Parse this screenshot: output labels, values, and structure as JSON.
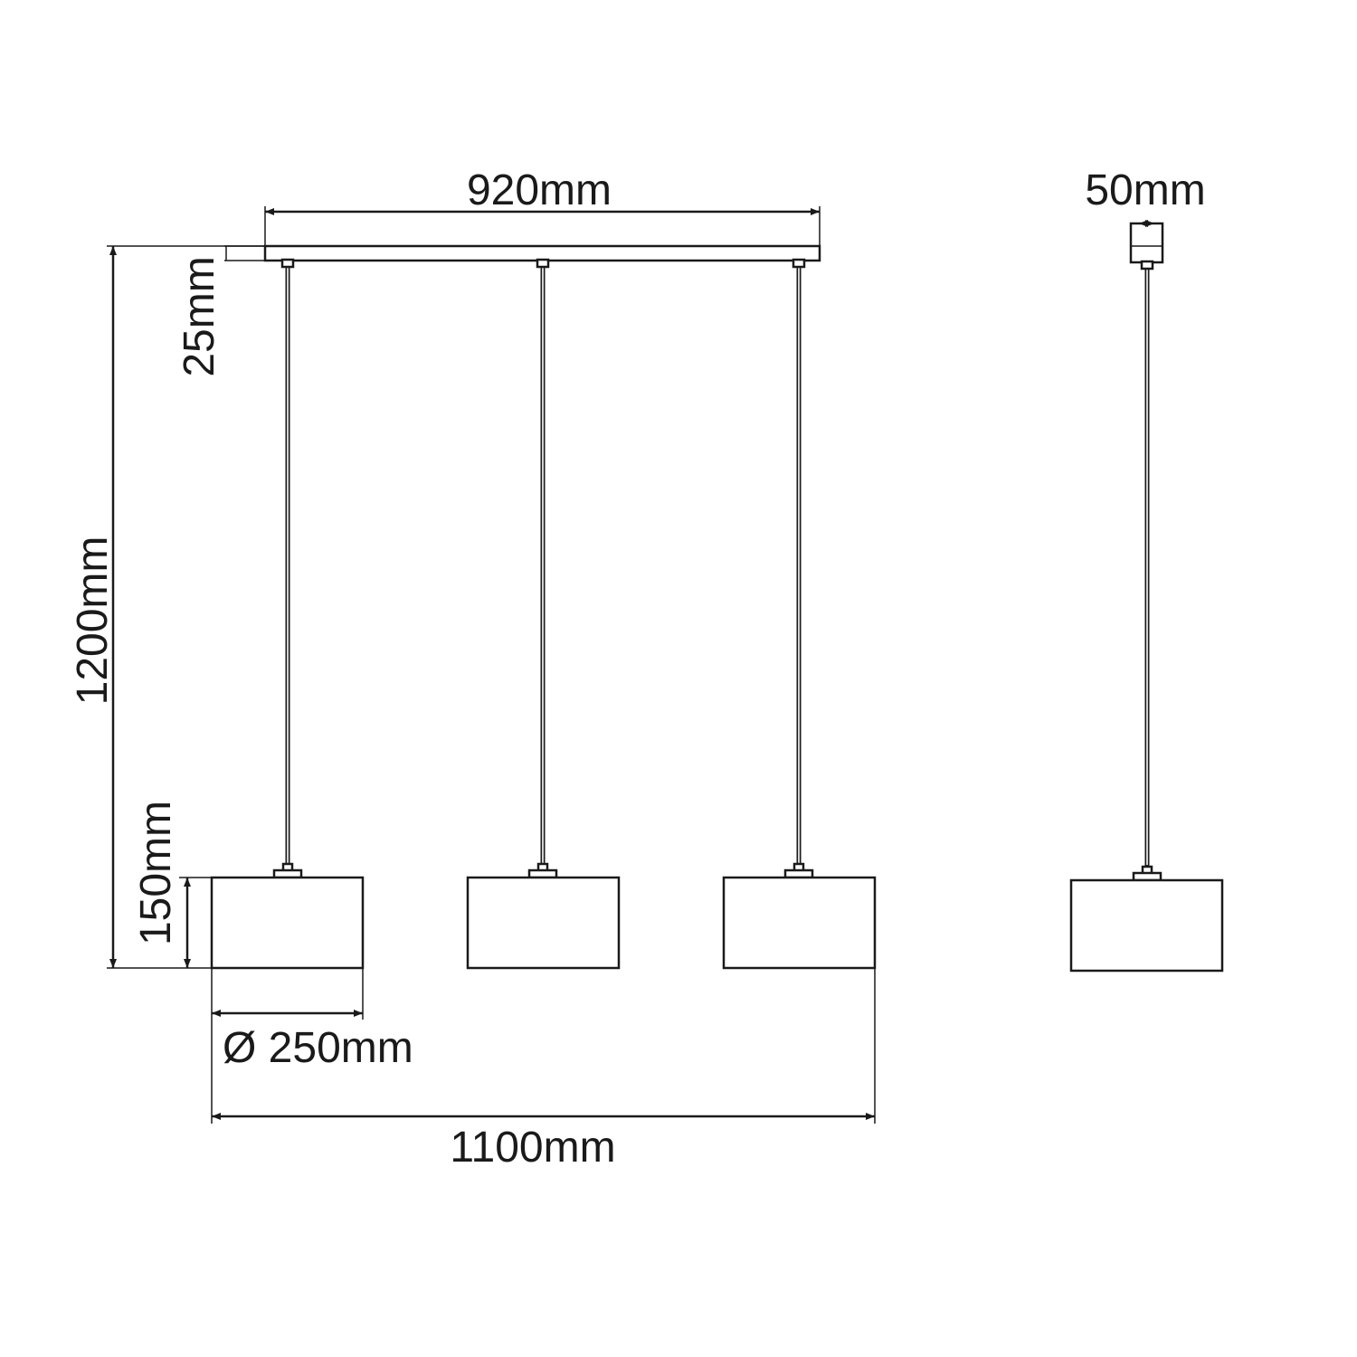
{
  "dimensions": {
    "canopy_length": "920mm",
    "canopy_height": "25mm",
    "total_height": "1200mm",
    "shade_height": "150mm",
    "shade_diameter": "Ø 250mm",
    "total_width": "1100mm",
    "side_canopy_width": "50mm"
  },
  "colors": {
    "line": "#1a1a1a",
    "background": "#ffffff"
  }
}
